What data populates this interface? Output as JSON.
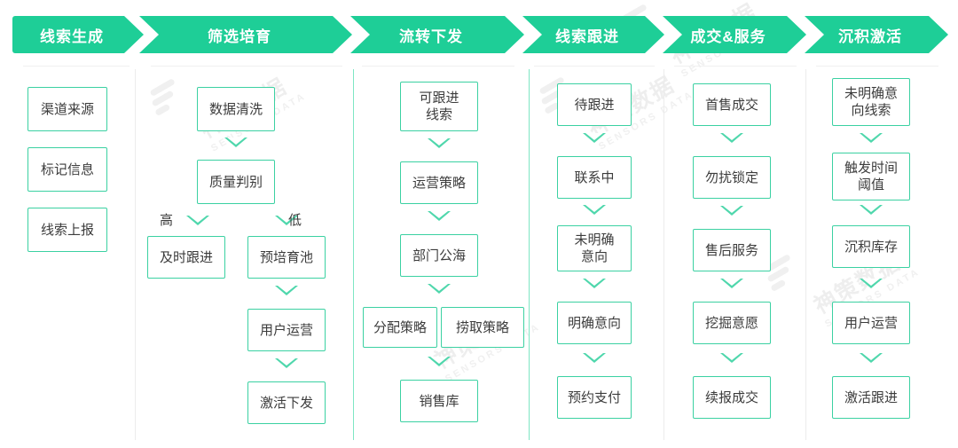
{
  "theme": {
    "header_green": "#1ECE97",
    "box_border_green": "#3BD1A2",
    "triangle_green": "#4FD7AC",
    "divider_green": "#7EE6C4",
    "divider_gray": "#ececec",
    "text_dark": "#3c3c3c",
    "header_text": "#ffffff",
    "background": "#ffffff"
  },
  "watermark": {
    "cn": "神策数据",
    "en": "SENSORS DATA"
  },
  "header": {
    "stages": [
      {
        "label": "线索生成"
      },
      {
        "label": "筛选培育"
      },
      {
        "label": "流转下发"
      },
      {
        "label": "线索跟进"
      },
      {
        "label": "成交&服务"
      },
      {
        "label": "沉积激活"
      }
    ]
  },
  "columns": [
    {
      "stage": "线索生成",
      "nodes": [
        {
          "label": "渠道来源"
        },
        {
          "label": "标记信息"
        },
        {
          "label": "线索上报"
        }
      ],
      "branch_labels": []
    },
    {
      "stage": "筛选培育",
      "nodes": [
        {
          "label": "数据清洗"
        },
        {
          "label": "质量判别"
        },
        {
          "label": "及时跟进"
        },
        {
          "label": "预培育池"
        },
        {
          "label": "用户运营"
        },
        {
          "label": "激活下发"
        }
      ],
      "branch_labels": [
        {
          "label": "高"
        },
        {
          "label": "低"
        }
      ]
    },
    {
      "stage": "流转下发",
      "nodes": [
        {
          "label": "可跟进\n线索"
        },
        {
          "label": "运营策略"
        },
        {
          "label": "部门公海"
        },
        {
          "label": "分配策略"
        },
        {
          "label": "捞取策略"
        },
        {
          "label": "销售库"
        }
      ],
      "branch_labels": []
    },
    {
      "stage": "线索跟进",
      "nodes": [
        {
          "label": "待跟进"
        },
        {
          "label": "联系中"
        },
        {
          "label": "未明确\n意向"
        },
        {
          "label": "明确意向"
        },
        {
          "label": "预约支付"
        }
      ],
      "branch_labels": []
    },
    {
      "stage": "成交&服务",
      "nodes": [
        {
          "label": "首售成交"
        },
        {
          "label": "勿扰锁定"
        },
        {
          "label": "售后服务"
        },
        {
          "label": "挖掘意愿"
        },
        {
          "label": "续报成交"
        }
      ],
      "branch_labels": []
    },
    {
      "stage": "沉积激活",
      "nodes": [
        {
          "label": "未明确意\n向线索"
        },
        {
          "label": "触发时间\n阈值"
        },
        {
          "label": "沉积库存"
        },
        {
          "label": "用户运营"
        },
        {
          "label": "激活跟进"
        }
      ],
      "branch_labels": []
    }
  ]
}
